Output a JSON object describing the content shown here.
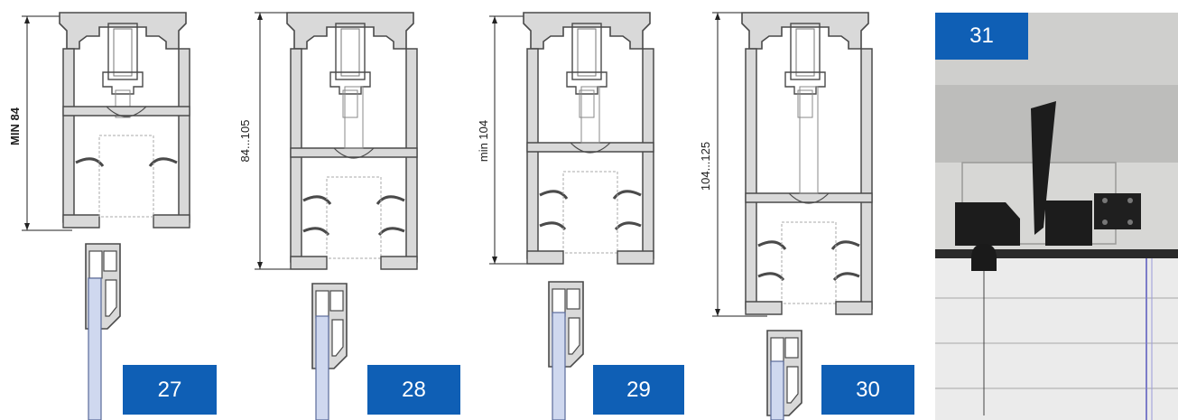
{
  "figure_labels": [
    "27",
    "28",
    "29",
    "30",
    "31"
  ],
  "dimension_labels": [
    "MIN 84",
    "84...105",
    "min 104",
    "104...125"
  ],
  "colors": {
    "badge": "#0f5fb5",
    "profile_stroke": "#4a4a4a",
    "profile_fill": "#d9d9d9",
    "glass": "#cfd8ef",
    "photo_wall": "#bdbdbb",
    "photo_rail": "#2a2a2a"
  }
}
